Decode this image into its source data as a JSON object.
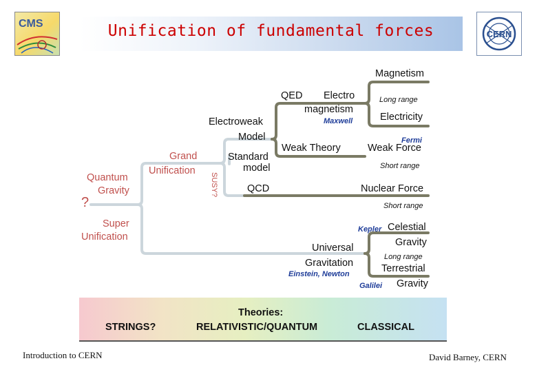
{
  "slide": {
    "title": "Unification of fundamental forces",
    "logos": {
      "left": "CMS",
      "right": "CERN"
    }
  },
  "diagram": {
    "classical": {
      "magnetism": "Magnetism",
      "long_range_1": "Long range",
      "electricity": "Electricity",
      "fermi": "Fermi",
      "weak_force": "Weak Force",
      "short_range_1": "Short range",
      "nuclear_force": "Nuclear Force",
      "short_range_2": "Short range",
      "kepler": "Kepler",
      "celestial": "Celestial",
      "gravity_1": "Gravity",
      "long_range_2": "Long range",
      "terrestrial": "Terrestrial",
      "galilei": "Galilei",
      "gravity_2": "Gravity"
    },
    "relativistic": {
      "qed": "QED",
      "electro": "Electro",
      "magnetism": "magnetism",
      "maxwell": "Maxwell",
      "weak_theory": "Weak Theory",
      "electroweak": "Electroweak",
      "model": "Model",
      "standard": "Standard",
      "model2": "model",
      "susy": "SUSY?",
      "qcd": "QCD",
      "universal": "Universal",
      "gravitation": "Gravitation",
      "einstein_newton": "Einstein, Newton"
    },
    "unification": {
      "grand": "Grand",
      "unification": "Unification",
      "quantum": "Quantum",
      "gravity": "Gravity",
      "question": "?",
      "super": "Super",
      "super_unification": "Unification"
    }
  },
  "theories": {
    "heading": "Theories:",
    "strings": "STRINGS?",
    "relativistic": "RELATIVISTIC/QUANTUM",
    "classical": "CLASSICAL"
  },
  "footer": {
    "left": "Introduction to CERN",
    "right": "David Barney, CERN"
  },
  "colors": {
    "title": "#cc0000",
    "red_label": "#c0504d",
    "blue_name": "#1f3d99",
    "line_dark": "#7a7a64",
    "line_light": "#ccd6dc"
  }
}
